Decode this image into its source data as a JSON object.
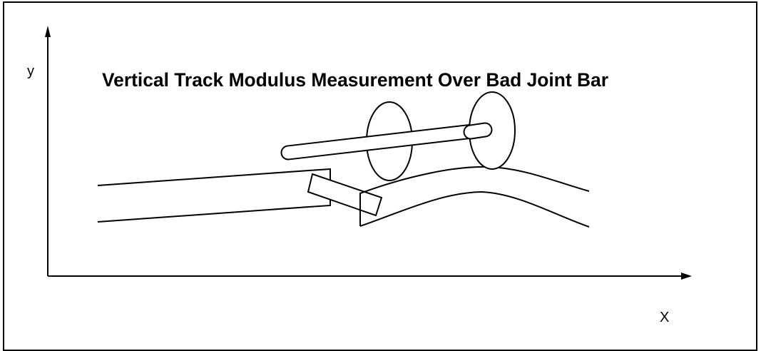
{
  "diagram": {
    "title": "Vertical Track Modulus Measurement Over Bad Joint Bar",
    "y_axis_label": "y",
    "x_axis_label": "X",
    "line_color": "#000000",
    "background_color": "#ffffff"
  }
}
